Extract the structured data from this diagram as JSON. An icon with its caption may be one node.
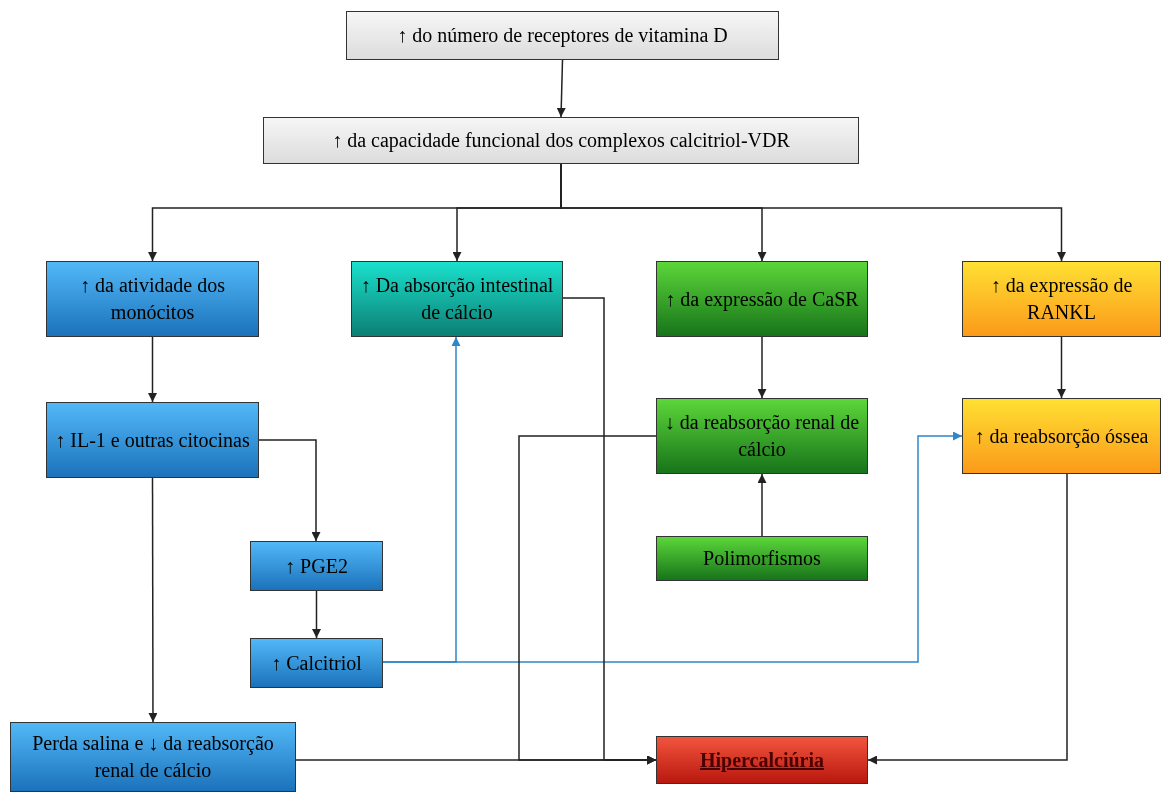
{
  "diagram": {
    "nodes": [
      {
        "text": [
          "↑ do número de receptores de vitamina D"
        ]
      },
      {
        "text": [
          "↑ da capacidade funcional dos complexos calcitriol-VDR"
        ]
      },
      {
        "text": [
          "↑ da atividade dos monócitos"
        ]
      },
      {
        "text": [
          "↑ Da absorção intestinal de cálcio"
        ]
      },
      {
        "text": [
          "↑ da expressão de CaSR"
        ]
      },
      {
        "text": [
          "↑ da expressão de RANKL"
        ]
      },
      {
        "text": [
          "↑ IL-1 e outras citocinas"
        ]
      },
      {
        "text": [
          "↓ da reabsorção renal de cálcio"
        ]
      },
      {
        "text": [
          "↑ da reabsorção óssea"
        ]
      },
      {
        "text": [
          "↑ PGE2"
        ]
      },
      {
        "text": [
          "Polimorfismos"
        ]
      },
      {
        "text": [
          "↑ Calcitriol"
        ]
      },
      {
        "text": [
          "Perda salina e ↓ da reabsorção renal de cálcio"
        ]
      },
      {
        "text": [
          "Hipercalciúria"
        ]
      }
    ],
    "edges": [
      {
        "from": 0,
        "to": 1,
        "arrow": "to"
      },
      {
        "from": 1,
        "to": 2,
        "arrow": "to"
      },
      {
        "from": 1,
        "to": 3,
        "arrow": "to"
      },
      {
        "from": 1,
        "to": 4,
        "arrow": "to"
      },
      {
        "from": 1,
        "to": 5,
        "arrow": "to"
      },
      {
        "from": 2,
        "to": 6,
        "arrow": "to"
      },
      {
        "from": 6,
        "to": 9,
        "arrow": "to"
      },
      {
        "from": 6,
        "to": 12,
        "arrow": "to"
      },
      {
        "from": 9,
        "to": 11,
        "arrow": "to"
      },
      {
        "from": 11,
        "to": 3,
        "arrow": "to",
        "color": "#2f86c8"
      },
      {
        "from": 11,
        "to": 8,
        "arrow": "to",
        "color": "#2f86c8"
      },
      {
        "from": 4,
        "to": 7,
        "arrow": "to"
      },
      {
        "from": 5,
        "to": 8,
        "arrow": "to"
      },
      {
        "from": 10,
        "to": 7,
        "arrow": "to"
      },
      {
        "from": 3,
        "to": 13,
        "arrow": "to"
      },
      {
        "from": 7,
        "to": 13,
        "arrow": "to"
      },
      {
        "from": 12,
        "to": 13,
        "arrow": "to"
      },
      {
        "from": 8,
        "to": 13,
        "arrow": "to"
      }
    ]
  }
}
